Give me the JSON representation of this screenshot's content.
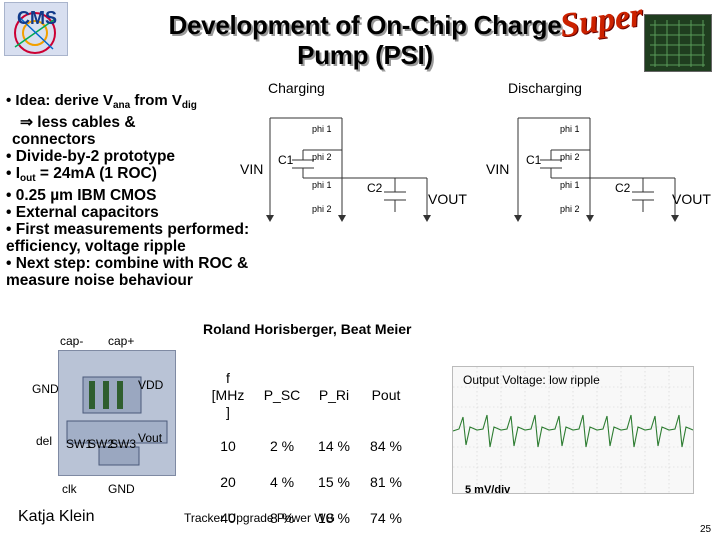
{
  "header": {
    "title_line1": "Development of On-Chip Charge",
    "title_line2": "Pump (PSI)",
    "logo_text": "CMS",
    "brand_text": "Super"
  },
  "bullets": {
    "items": [
      "• Idea: derive Vana from Vdig",
      "⇒ less cables & connectors",
      "• Divide-by-2 prototype",
      "• Iout = 24mA (1 ROC)",
      "• 0.25 µm IBM CMOS",
      "• External capacitors",
      "• First measurements performed: efficiency, voltage ripple",
      "• Next step: combine with ROC & measure noise behaviour"
    ]
  },
  "schematics": {
    "charging_label": "Charging",
    "discharging_label": "Discharging",
    "vin": "VIN",
    "vout": "VOUT",
    "c1": "C1",
    "c2": "C2",
    "phi1": "phi 1",
    "phi2": "phi 2"
  },
  "authors": "Roland Horisberger, Beat Meier",
  "chip_layout": {
    "labels": [
      "cap-",
      "cap+",
      "GND",
      "VDD",
      "del",
      "SW1",
      "SW2",
      "SW3",
      "Vout",
      "clk",
      "GND"
    ]
  },
  "table": {
    "headers": [
      "f [MHz ]",
      "P_SC",
      "P_Ri",
      "Pout"
    ],
    "rows": [
      [
        "10",
        "2 %",
        "14 %",
        "84 %"
      ],
      [
        "20",
        "4 %",
        "15 %",
        "81 %"
      ],
      [
        "40",
        "8 %",
        "18 %",
        "74 %"
      ]
    ]
  },
  "scope": {
    "title": "Output Voltage: low ripple",
    "scale": "5 mV/div"
  },
  "footer": {
    "presenter": "Katja Klein",
    "group": "Tracker Upgrade Power WG",
    "slide_number": "25"
  },
  "colors": {
    "cms_bg": "#d8dff0",
    "super_text": "#cc2200",
    "chip_bg": "#b9c3d6",
    "scope_bg": "#f8f8f8",
    "scope_trace": "#2e7d32",
    "brand_box": "#1f3d1f"
  }
}
